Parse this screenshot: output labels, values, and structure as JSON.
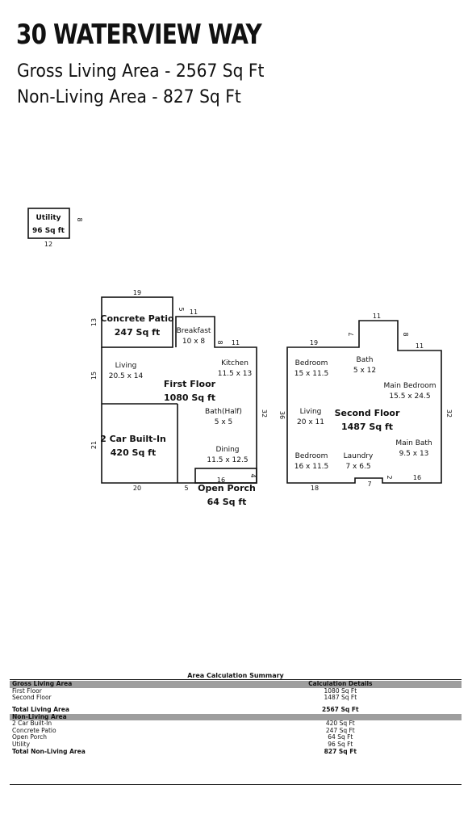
{
  "header": {
    "title": "30 WATERVIEW WAY",
    "gross_line": "Gross Living Area - 2567 Sq Ft",
    "nonliving_line": "Non-Living Area - 827 Sq Ft"
  },
  "utility": {
    "label": "Utility",
    "area": "96 Sq ft",
    "dim_w": "12",
    "dim_h": "8"
  },
  "first_floor": {
    "label": "First Floor",
    "area": "1080 Sq ft",
    "rooms": {
      "breakfast": {
        "name": "Breakfast",
        "size": "10 x 8"
      },
      "living": {
        "name": "Living",
        "size": "20.5 x 14"
      },
      "kitchen": {
        "name": "Kitchen",
        "size": "11.5 x 13"
      },
      "bath_half": {
        "name": "Bath(Half)",
        "size": "5 x 5"
      },
      "dining": {
        "name": "Dining",
        "size": "11.5 x 12.5"
      }
    },
    "patio": {
      "name": "Concrete Patio",
      "area": "247 Sq ft"
    },
    "garage": {
      "name": "2 Car Built-In",
      "area": "420 Sq ft"
    },
    "porch": {
      "name": "Open Porch",
      "area": "64 Sq ft"
    },
    "dims": {
      "top19": "19",
      "d5": "5",
      "d11a": "11",
      "d8": "8",
      "d11b": "11",
      "d13": "13",
      "d15": "15",
      "d21": "21",
      "d20": "20",
      "d5b": "5",
      "d32": "32",
      "d16": "16",
      "d4": "4"
    }
  },
  "second_floor": {
    "label": "Second Floor",
    "area": "1487 Sq ft",
    "rooms": {
      "bedroom1": {
        "name": "Bedroom",
        "size": "15 x 11.5"
      },
      "bath": {
        "name": "Bath",
        "size": "5 x 12"
      },
      "main_bedroom": {
        "name": "Main Bedroom",
        "size": "15.5 x 24.5"
      },
      "living": {
        "name": "Living",
        "size": "20 x 11"
      },
      "main_bath": {
        "name": "Main Bath",
        "size": "9.5 x 13"
      },
      "bedroom2": {
        "name": "Bedroom",
        "size": "16 x 11.5"
      },
      "laundry": {
        "name": "Laundry",
        "size": "7 x 6.5"
      }
    },
    "dims": {
      "d11top": "11",
      "d19": "19",
      "d7": "7",
      "d8": "8",
      "d11r": "11",
      "d36": "36",
      "d32": "32",
      "d18": "18",
      "d7b": "7",
      "d2": "2",
      "d16": "16"
    }
  },
  "summary": {
    "title": "Area Calculation Summary",
    "gross_header": "Gross Living Area",
    "details_header": "Calculation Details",
    "gross_rows": [
      {
        "label": "First Floor",
        "value": "1080 Sq Ft"
      },
      {
        "label": "Second Floor",
        "value": "1487 Sq Ft"
      }
    ],
    "gross_total": {
      "label": "Total Living Area",
      "value": "2567 Sq Ft"
    },
    "nonliving_header": "Non-Living Area",
    "nonliving_rows": [
      {
        "label": "2 Car Built-In",
        "value": "420 Sq Ft"
      },
      {
        "label": "Concrete Patio",
        "value": "247 Sq Ft"
      },
      {
        "label": "Open Porch",
        "value": "64 Sq Ft"
      },
      {
        "label": "Utility",
        "value": "96 Sq Ft"
      }
    ],
    "nonliving_total": {
      "label": "Total Non-Living Area",
      "value": "827 Sq Ft"
    }
  }
}
